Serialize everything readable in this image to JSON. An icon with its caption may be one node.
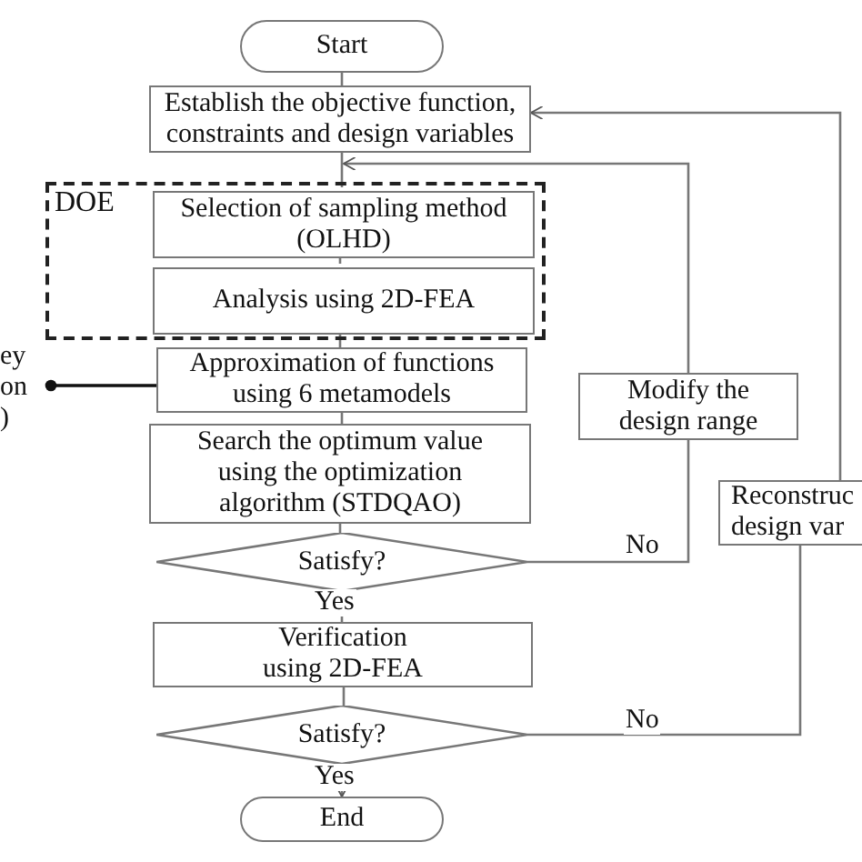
{
  "diagram": {
    "nodes": [
      {
        "text": [
          "Start"
        ]
      },
      {
        "text": [
          "Establish the objective function, constraints and design variables"
        ]
      },
      {
        "text": [
          "DOE"
        ]
      },
      {
        "text": [
          "Selection of sampling method (OLHD)"
        ],
        "in": 2
      },
      {
        "text": [
          "Analysis using 2D-FEA"
        ],
        "in": 2
      },
      {
        "text": [
          "ey on )"
        ]
      },
      {
        "text": [
          "Approximation of functions using 6 metamodels"
        ]
      },
      {
        "text": [
          "Search the optimum value using the optimization algorithm (STDQAO)"
        ]
      },
      {
        "text": [
          "Satisfy?"
        ]
      },
      {
        "text": [
          "Modify the design range"
        ]
      },
      {
        "text": [
          "Reconstruc design var"
        ]
      },
      {
        "text": [
          "Verification using 2D-FEA"
        ]
      },
      {
        "text": [
          "Satisfy?"
        ]
      },
      {
        "text": [
          "End"
        ]
      }
    ],
    "edges": [
      {
        "from": 0,
        "to": 1,
        "arrow": "none"
      },
      {
        "from": 1,
        "to": 3,
        "arrow": "none"
      },
      {
        "from": 3,
        "to": 4,
        "arrow": "none"
      },
      {
        "from": 4,
        "to": 6,
        "arrow": "none"
      },
      {
        "from": 6,
        "to": 7,
        "arrow": "none"
      },
      {
        "from": 7,
        "to": 8,
        "arrow": "none"
      },
      {
        "from": 8,
        "to": 9,
        "arrow": "none",
        "label": "No"
      },
      {
        "from": 9,
        "to": 1,
        "arrow": "to"
      },
      {
        "from": 8,
        "to": 11,
        "arrow": "none",
        "label": "Yes"
      },
      {
        "from": 11,
        "to": 12,
        "arrow": "none"
      },
      {
        "from": 12,
        "to": 13,
        "arrow": "to",
        "label": "Yes"
      },
      {
        "from": 12,
        "to": 10,
        "arrow": "none",
        "label": "No"
      },
      {
        "from": 10,
        "to": 1,
        "arrow": "to"
      },
      {
        "from": 5,
        "to": 6,
        "arrow": "other",
        "color": "#111111"
      }
    ]
  }
}
